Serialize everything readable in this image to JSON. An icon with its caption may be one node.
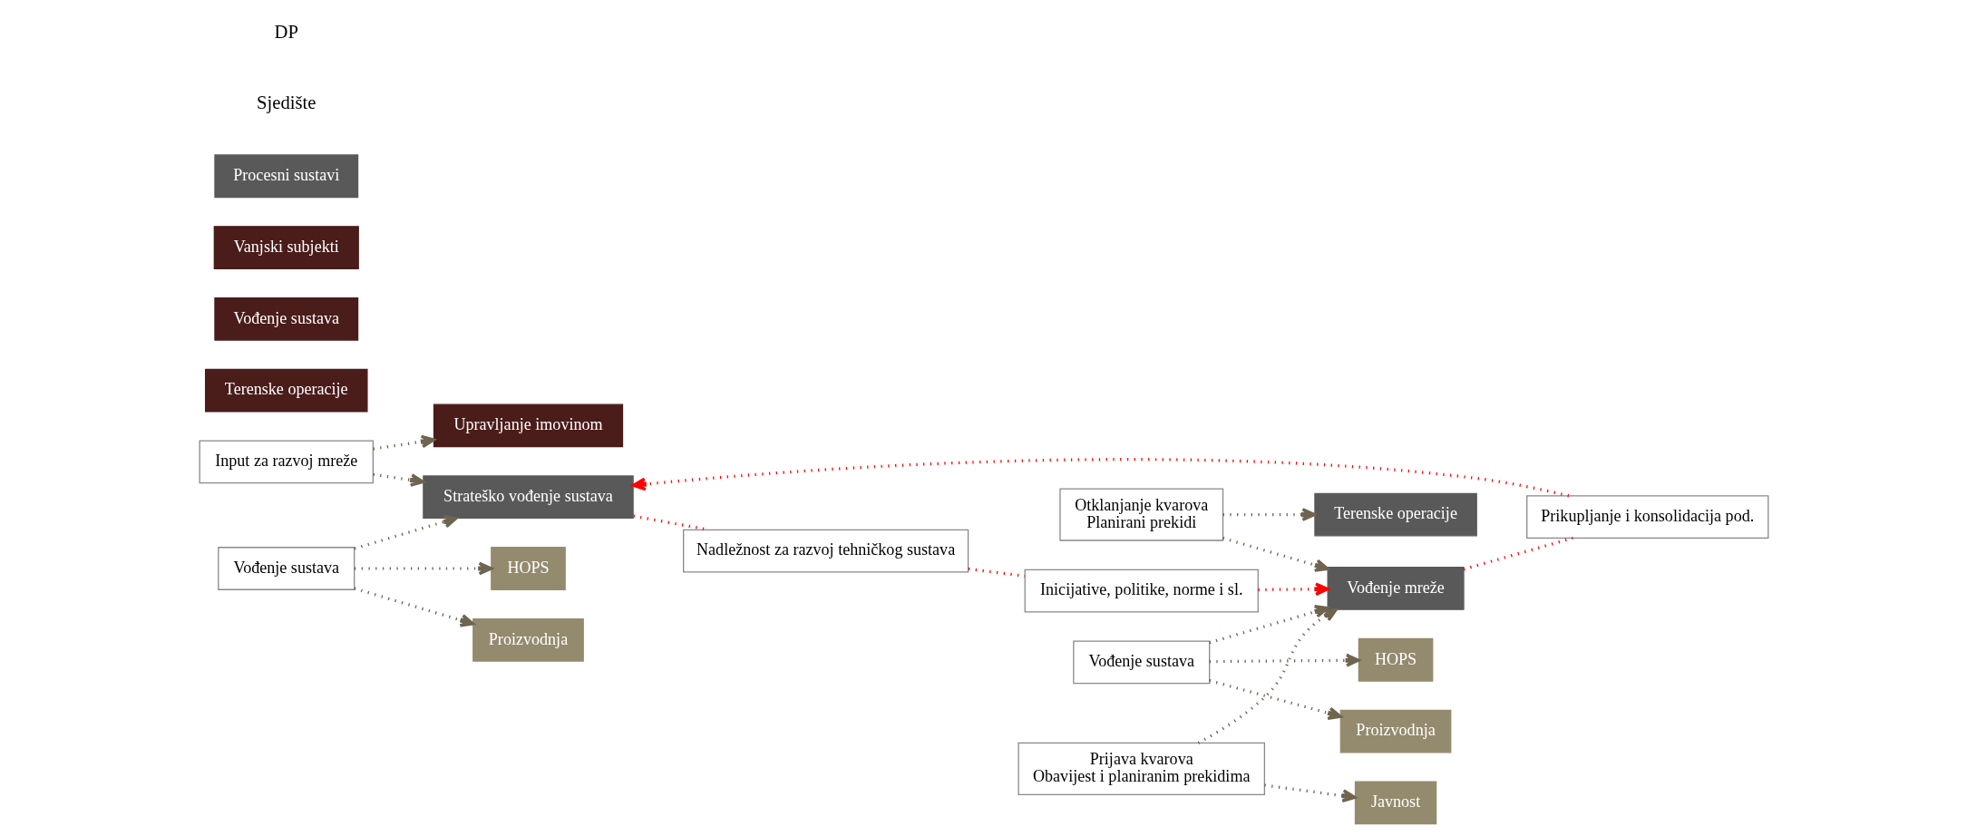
{
  "diagram": {
    "nodes": [
      {
        "text": [
          "Upravljanje imovinom"
        ]
      },
      {
        "text": [
          "Terenske operacije"
        ]
      },
      {
        "text": [
          "Vođenje sustava"
        ]
      },
      {
        "text": [
          "Vanjski subjekti"
        ]
      },
      {
        "text": [
          "Input za razvoj mreže"
        ]
      },
      {
        "text": [
          "Strateško vođenje sustava"
        ]
      },
      {
        "text": [
          "Vođenje sustava"
        ]
      },
      {
        "text": [
          "HOPS"
        ]
      },
      {
        "text": [
          "Procesni sustavi"
        ]
      },
      {
        "text": [
          "Proizvodnja"
        ]
      },
      {
        "text": [
          "Nadležnost za razvoj tehničkog sustava"
        ]
      },
      {
        "text": [
          "Prikupljanje i konsolidacija pod."
        ]
      },
      {
        "text": [
          "Inicijative, politike, norme i sl."
        ]
      },
      {
        "text": [
          "Terenske operacije"
        ]
      },
      {
        "text": [
          "Otklanjanje kvarova",
          "Planirani prekidi"
        ]
      },
      {
        "text": [
          "Vođenje mreže"
        ]
      },
      {
        "text": [
          "Vođenje sustava"
        ]
      },
      {
        "text": [
          "HOPS"
        ]
      },
      {
        "text": [
          "Proizvodnja"
        ]
      },
      {
        "text": [
          "Prijava kvarova",
          "Obavijest i planiranim prekidima"
        ]
      },
      {
        "text": [
          "Javnost"
        ]
      }
    ],
    "edges": [
      {
        "from": 4,
        "to": 0,
        "arrow": "to"
      },
      {
        "from": 4,
        "to": 5,
        "arrow": "to"
      },
      {
        "from": 6,
        "to": 5,
        "arrow": "to"
      },
      {
        "from": 6,
        "to": 7,
        "arrow": "to"
      },
      {
        "from": 6,
        "to": 9,
        "arrow": "to"
      },
      {
        "from": 15,
        "to": 11,
        "arrow": "none",
        "color": "#ff0000"
      },
      {
        "from": 11,
        "to": 5,
        "arrow": "to",
        "color": "#ff0000"
      },
      {
        "from": 5,
        "to": 10,
        "arrow": "none",
        "color": "#ff0000"
      },
      {
        "from": 10,
        "to": 12,
        "arrow": "none",
        "color": "#ff0000"
      },
      {
        "from": 12,
        "to": 15,
        "arrow": "to",
        "color": "#ff0000"
      },
      {
        "from": 14,
        "to": 13,
        "arrow": "to"
      },
      {
        "from": 14,
        "to": 15,
        "arrow": "to"
      },
      {
        "from": 16,
        "to": 15,
        "arrow": "to"
      },
      {
        "from": 16,
        "to": 17,
        "arrow": "to"
      },
      {
        "from": 16,
        "to": 18,
        "arrow": "to"
      },
      {
        "from": 19,
        "to": 15,
        "arrow": "to"
      },
      {
        "from": 19,
        "to": 20,
        "arrow": "to"
      }
    ],
    "labels": [
      "Sjedište",
      "DP"
    ]
  }
}
